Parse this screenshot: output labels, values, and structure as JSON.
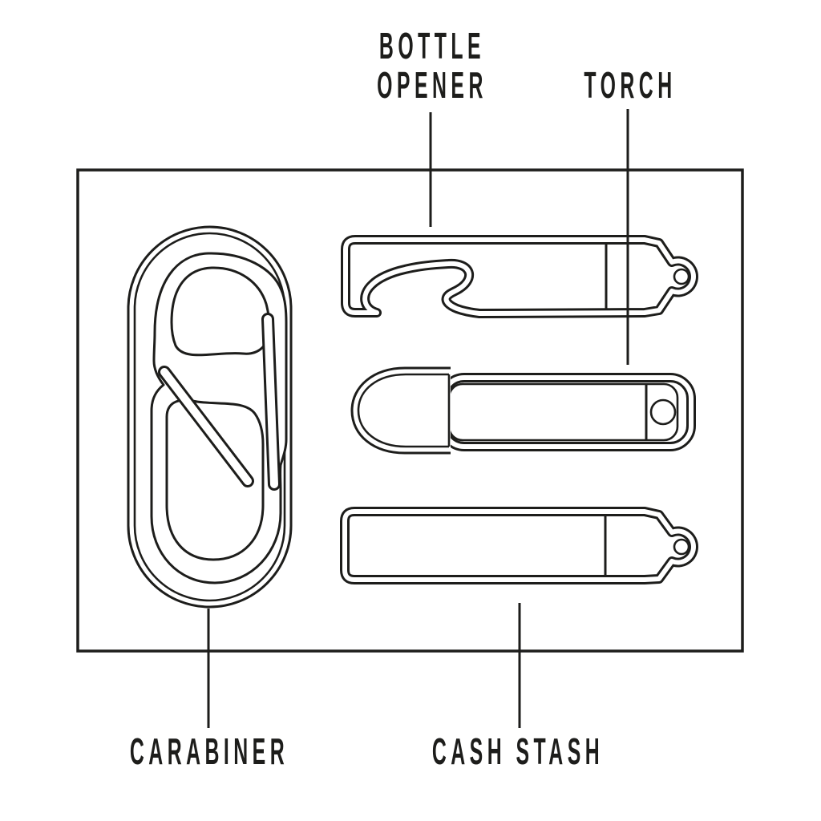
{
  "diagram": {
    "background_color": "#ffffff",
    "line_color": "#1d1d1b",
    "labels": {
      "bottle_opener": {
        "text": "BOTTLE OPENER",
        "line1": "BOTTLE",
        "line2": "OPENER"
      },
      "torch": {
        "text": "TORCH"
      },
      "carabiner": {
        "text": "CARABINER"
      },
      "cash_stash": {
        "text": "CASH STASH"
      }
    }
  }
}
